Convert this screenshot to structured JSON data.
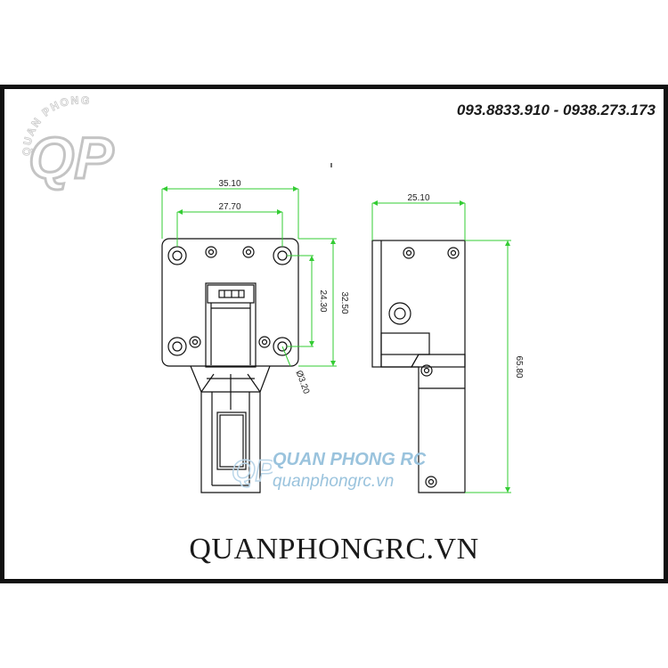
{
  "header": {
    "phone": "093.8833.910 - 0938.273.173"
  },
  "footer": {
    "website": "QUANPHONGRC.VN"
  },
  "watermark": {
    "name": "QUAN PHONG RC",
    "url": "quanphongrc.vn",
    "logo_letters": "QP",
    "logo_arc_text": "QUAN PHONG"
  },
  "dimensions": {
    "front_width": "35.10",
    "front_hole_spacing_x": "27.70",
    "front_hole_spacing_y": "24.30",
    "front_height": "32.50",
    "hole_diameter": "Ø3.20",
    "side_width": "25.10",
    "side_height": "65.80"
  },
  "colors": {
    "dimension_line": "#33cc33",
    "drawing_line": "#111111",
    "watermark": "#9ac3dd",
    "logo": "#c8c8c8"
  }
}
